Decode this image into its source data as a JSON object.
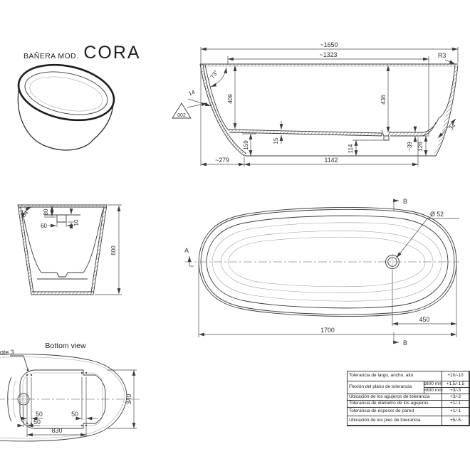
{
  "title": {
    "series_label": "BAÑERA MOD.",
    "model_name": "CORA"
  },
  "side_section_view": {
    "overall_length": "~1650",
    "inner_length": "~1323",
    "corner_radius": "R3",
    "wall_angle": "73°",
    "wall_thickness": "14",
    "depth_left": "409",
    "depth_right": "436",
    "skirt_height": "159",
    "floor_thickness": "15",
    "drain_underside_height": "114",
    "drain_recess_depth": "~39",
    "drain_outlet_height": "126",
    "base_length": "1142",
    "front_overhang": "~279",
    "surface_flag": "002",
    "rim_section_width": "34"
  },
  "end_section_view": {
    "wall_angle": "84°",
    "ledge_height": "80",
    "recess_width": "60",
    "recess_depth": "10",
    "overall_height": "600"
  },
  "top_view": {
    "drain_diameter": "Ø 52",
    "drain_offset": "450",
    "overall_length": "1700",
    "section_a": "A",
    "section_b": "B"
  },
  "bottom_view": {
    "view_title": "Bottom view",
    "note": "ote 3",
    "foot_width": "340",
    "hole_offset_a": "50",
    "hole_offset_b": "50",
    "hole_offset_c": "50",
    "hole_span": "830"
  },
  "tolerance_table": {
    "rows": [
      {
        "label": "Tolerancia de largo, ancho, alto",
        "value": "+10/-10"
      },
      {
        "label": "Flexión del plano de tolerancia",
        "cond": "≤800 mm",
        "value": "+1,5/-1,5"
      },
      {
        "cond": ">800 mm",
        "value": "+3/-3"
      },
      {
        "label": "Ubicación de los agujeros de tolerancia",
        "value": "+3/-3"
      },
      {
        "label": "Tolerancia de diámetro de los agujeros",
        "value": "+1/-1"
      },
      {
        "label": "Tolerancia de espesor de pared",
        "value": "+1/-1"
      },
      {
        "label": "Ubicación de los pies de tolerancia",
        "value": "+5/-5"
      }
    ]
  }
}
